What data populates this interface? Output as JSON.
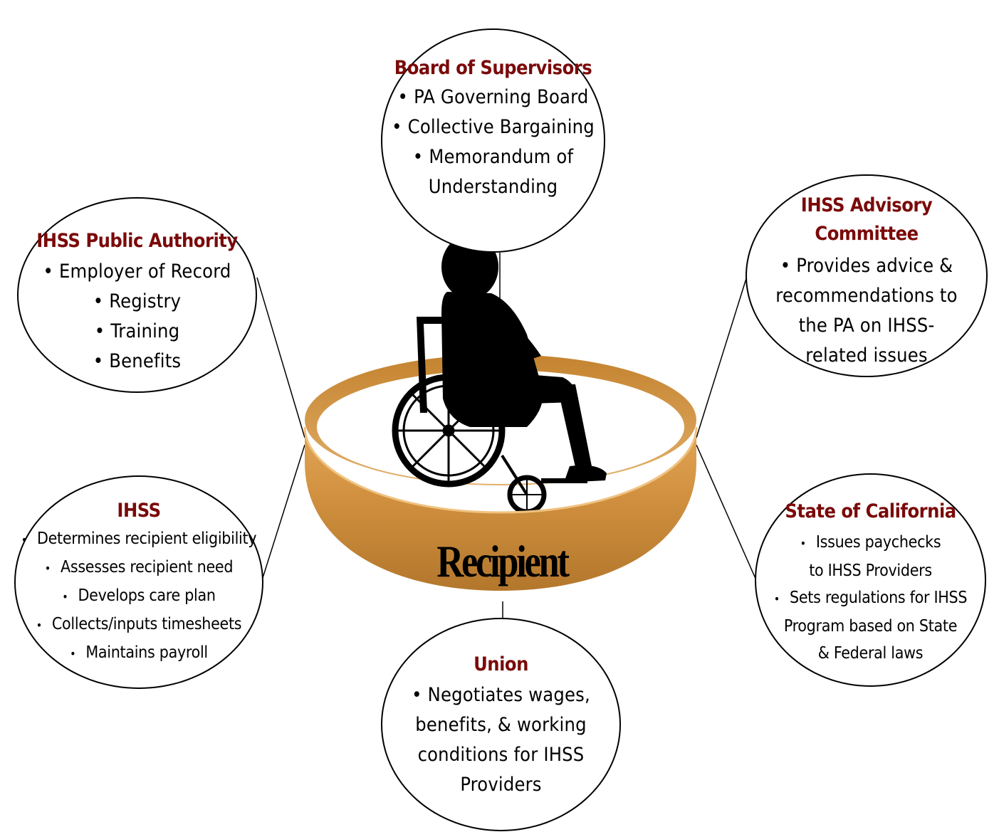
{
  "center": {
    "label": "Recipient",
    "ring_color": "#d29447",
    "icon": "wheelchair-user-silhouette"
  },
  "nodes": {
    "board_of_supervisors": {
      "title": "Board of Supervisors",
      "bullets": [
        "PA Governing Board",
        "Collective Bargaining",
        "Memorandum of\nUnderstanding"
      ]
    },
    "public_authority": {
      "title": "IHSS Public Authority",
      "bullets": [
        "Employer of Record",
        "Registry",
        "Training",
        "Benefits"
      ]
    },
    "advisory_committee": {
      "title": "IHSS Advisory\nCommittee",
      "bullets": [
        "Provides advice &\nrecommendations to\nthe PA on IHSS-\nrelated issues"
      ]
    },
    "ihss": {
      "title": "IHSS",
      "bullets": [
        "Determines recipient eligibility",
        "Assesses recipient need",
        "Develops care plan",
        "Collects/inputs timesheets",
        "Maintains payroll"
      ]
    },
    "state": {
      "title": "State of California",
      "bullets": [
        "Issues paychecks\nto IHSS Providers",
        "Sets regulations for IHSS\nProgram based on State\n& Federal laws"
      ]
    },
    "union": {
      "title": "Union",
      "bullets": [
        "Negotiates wages,\nbenefits, & working\nconditions for IHSS\nProviders"
      ]
    }
  },
  "colors": {
    "title": "#7a0a0a",
    "ring": "#d29447",
    "ring_dark": "#a86a25",
    "line": "#000000"
  }
}
